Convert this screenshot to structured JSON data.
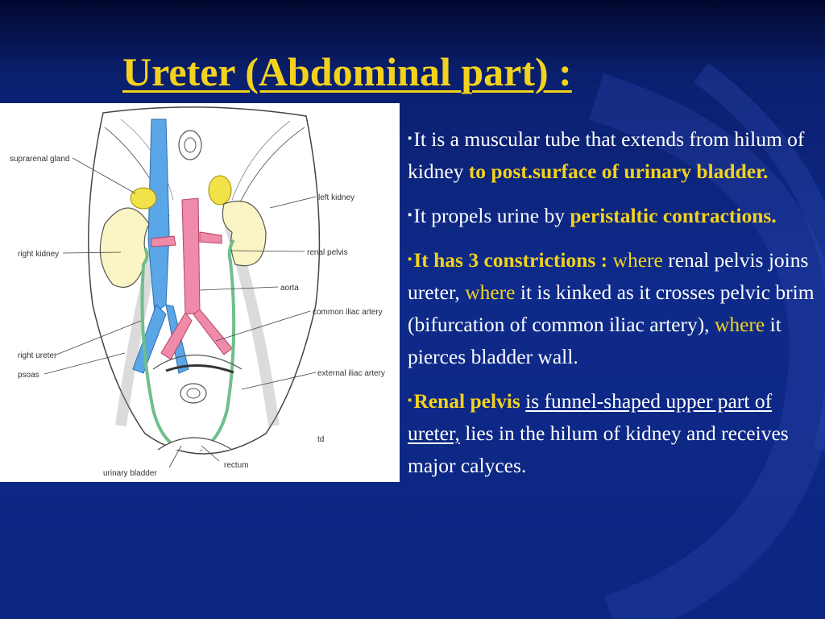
{
  "title": "Ureter (Abdominal part) :",
  "colors": {
    "accent": "#f3d21e",
    "text": "#ffffff",
    "background": "#0e2a8a"
  },
  "figure": {
    "labels": {
      "suprarenal_gland": "suprarenal gland",
      "left_kidney": "left kidney",
      "right_kidney": "right kidney",
      "renal_pelvis": "renal pelvis",
      "aorta": "aorta",
      "common_iliac_artery": "common iliac artery",
      "right_ureter": "right ureter",
      "psoas": "psoas",
      "external_iliac_artery": "external iliac artery",
      "urinary_bladder": "urinary bladder",
      "rectum": "rectum",
      "signature": "td"
    }
  },
  "bullets": {
    "marker": "▪",
    "b1": {
      "text": "It is a muscular tube that extends from hilum of kidney ",
      "highlight": "to post.surface of urinary bladder."
    },
    "b2": {
      "text": "It propels urine by ",
      "highlight": "peristaltic contractions."
    },
    "b3": {
      "lead": "It has 3 constrictions : ",
      "where1": "where",
      "p1": " renal pelvis joins ureter, ",
      "where2": "where",
      "p2": " it is kinked as it crosses pelvic brim (bifurcation of common iliac artery), ",
      "where3": "where",
      "p3": " it pierces bladder wall."
    },
    "b4": {
      "lead": "Renal pelvis",
      "underlined": "is funnel-shaped upper part of ureter,",
      "rest": " lies in the hilum of kidney and receives major calyces."
    }
  }
}
